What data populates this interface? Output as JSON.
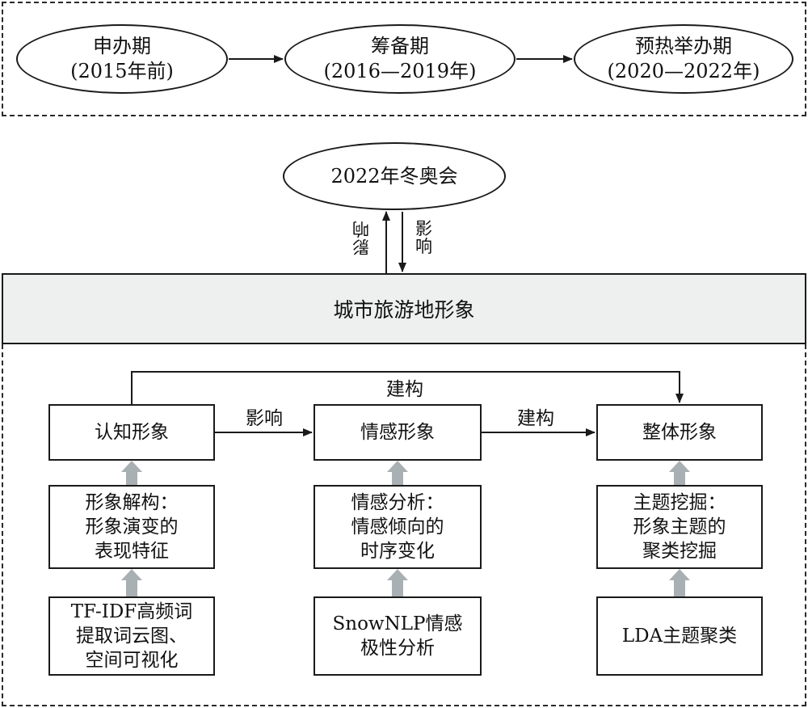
{
  "phases": [
    {
      "name": "申办期",
      "period": "(2015年前)"
    },
    {
      "name": "筹备期",
      "period": "(2016—2019年)"
    },
    {
      "name": "预热举办期",
      "period": "(2020—2022年)"
    }
  ],
  "event": "2022年冬奥会",
  "influence_up": "影响",
  "influence_down": "影响",
  "city_image": "城市旅游地形象",
  "construct_top_label": "建构",
  "image_types": {
    "cognitive": "认知形象",
    "affective": "情感形象",
    "overall": "整体形象"
  },
  "links": {
    "cognitive_to_affective": "影响",
    "affective_to_overall": "建构"
  },
  "analyses": {
    "cognitive": [
      "形象解构：",
      "形象演变的",
      "表现特征"
    ],
    "affective": [
      "情感分析：",
      "情感倾向的",
      "时序变化"
    ],
    "overall": [
      "主题挖掘：",
      "形象主题的",
      "聚类挖掘"
    ]
  },
  "methods": {
    "cognitive": [
      "TF-IDF高频词",
      "提取词云图、",
      "空间可视化"
    ],
    "affective": [
      "SnowNLP情感",
      "极性分析"
    ],
    "overall": [
      "LDA主题聚类"
    ]
  },
  "colors": {
    "line": "#1a1a1a",
    "banner_fill": "#eef0f0",
    "block_arrow": "#a9b0b3"
  }
}
